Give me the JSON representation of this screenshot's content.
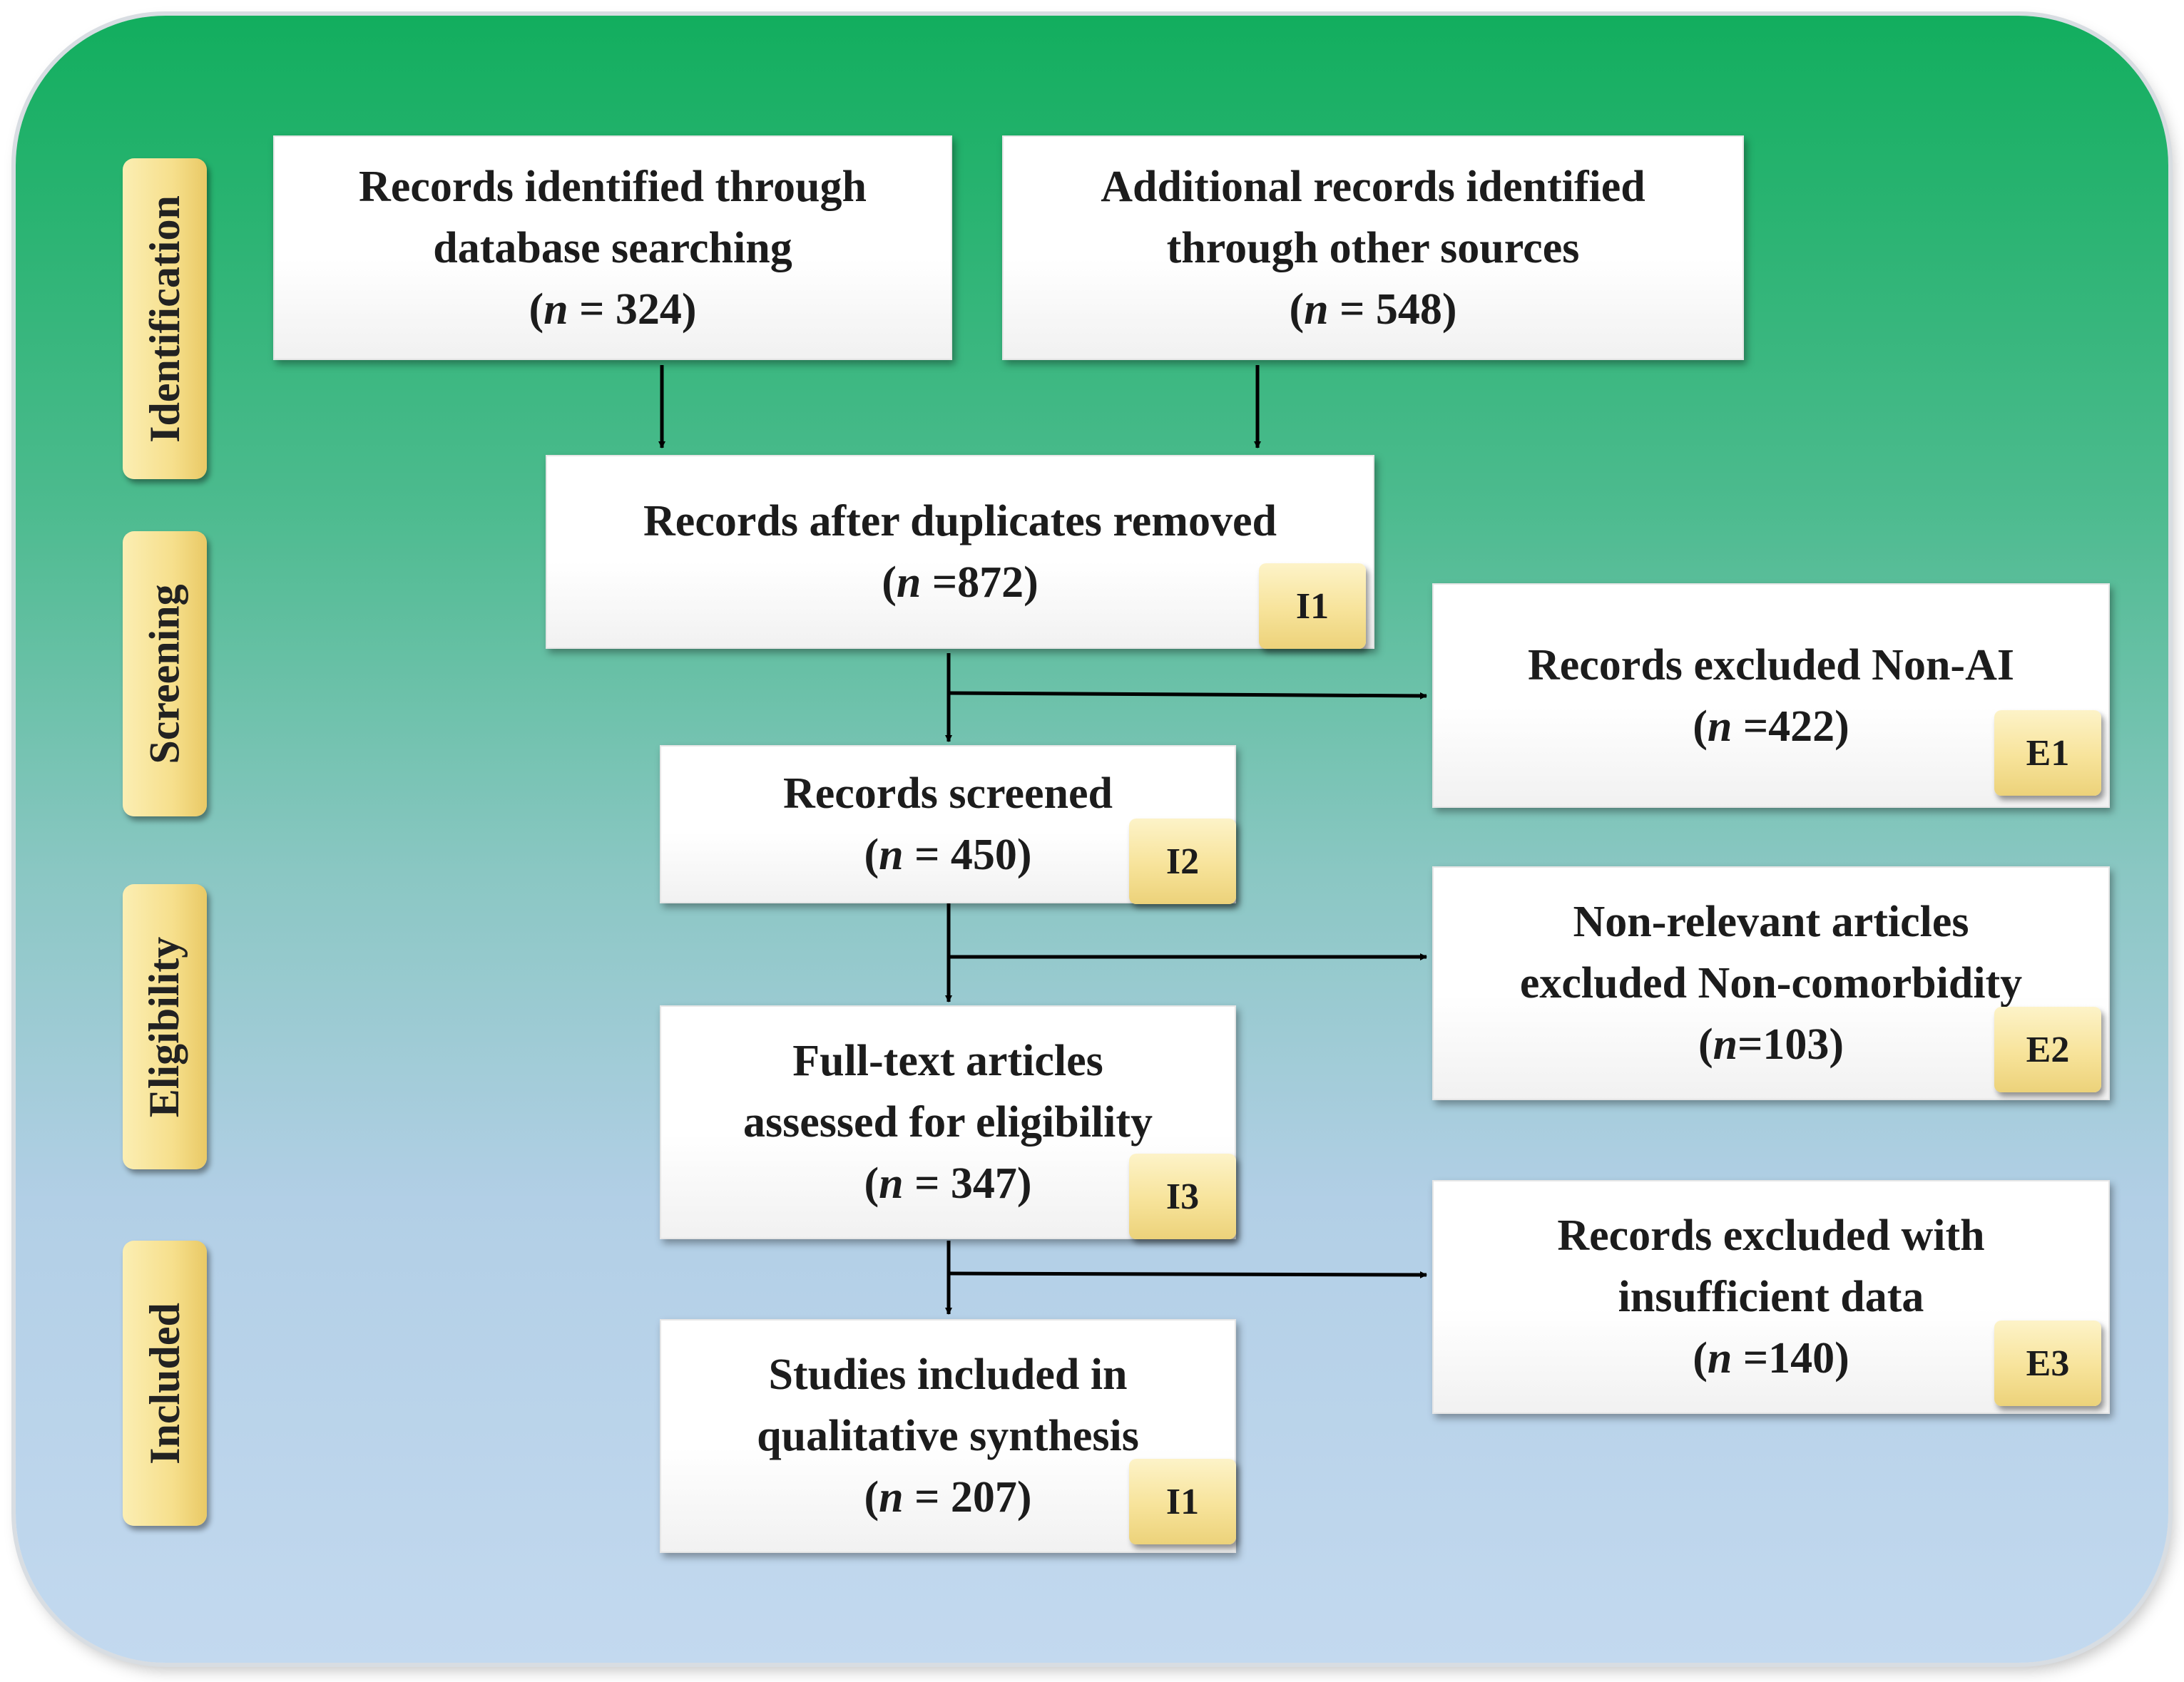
{
  "phases": {
    "identification": "Identification",
    "screening": "Screening",
    "eligibility": "Eligibility",
    "included": "Included"
  },
  "boxes": {
    "database": {
      "line1": "Records identified through",
      "line2": "database searching",
      "n_open": "(",
      "n_var": "n",
      "n_rest": " = 324)"
    },
    "other": {
      "line1": "Additional records identified",
      "line2": "through other sources",
      "n_open": "(",
      "n_var": "n",
      "n_rest": " = 548)"
    },
    "duplicates": {
      "line1": "Records after duplicates removed",
      "n_open": "(",
      "n_var": "n",
      "n_rest": " =872)",
      "tag": "I1"
    },
    "screened": {
      "line1": "Records screened",
      "n_open": "(",
      "n_var": "n",
      "n_rest": " = 450)",
      "tag": "I2"
    },
    "fulltext": {
      "line1": "Full-text articles",
      "line2": "assessed for eligibility",
      "n_open": "(",
      "n_var": "n",
      "n_rest": " = 347)",
      "tag": "I3"
    },
    "included": {
      "line1": "Studies included in",
      "line2": "qualitative synthesis",
      "n_open": "(",
      "n_var": "n",
      "n_rest": " = 207)",
      "tag": "I1"
    },
    "excluded_nonai": {
      "line1": "Records excluded Non-AI",
      "n_open": "(",
      "n_var": "n",
      "n_rest": " =422)",
      "tag": "E1"
    },
    "excluded_nonrelevant": {
      "line1": "Non-relevant articles",
      "line2": "excluded Non-comorbidity",
      "n_open": "(",
      "n_var": "n",
      "n_rest": "=103)",
      "tag": "E2"
    },
    "excluded_insufficient": {
      "line1": "Records excluded with",
      "line2": "insufficient data",
      "n_open": "(",
      "n_var": "n",
      "n_rest": " =140)",
      "tag": "E3"
    }
  },
  "colors": {
    "background_top": "#12ae5e",
    "background_bottom": "#c3d9ef",
    "phase_label": "#f6df8c",
    "box": "#ffffff",
    "arrow": "#000000"
  }
}
